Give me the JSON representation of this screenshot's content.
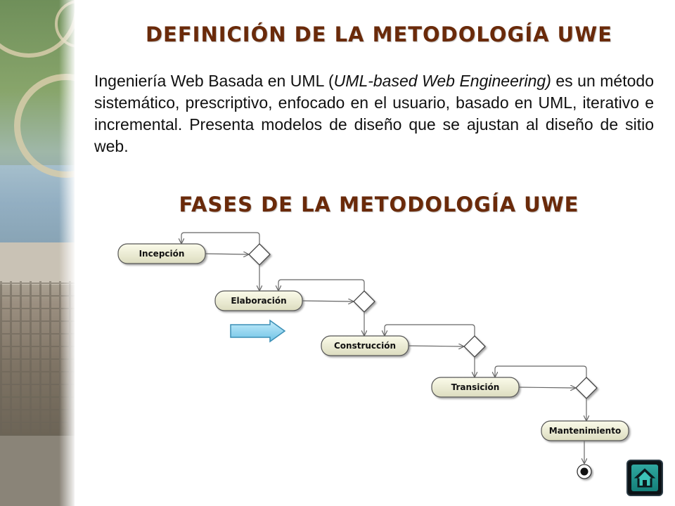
{
  "slide": {
    "title": "DEFINICIÓN DE LA METODOLOGÍA UWE",
    "body_parts": {
      "p1": "Ingeniería Web Basada en UML (",
      "p2": "UML-based Web Engineering)",
      "p3": " es un método sistemático, prescriptivo, enfocado en el usuario, basado en UML, iterativo e incremental.  Presenta modelos de diseño que se ajustan al diseño de sitio web."
    },
    "subtitle": "FASES DE LA METODOLOGÍA UWE"
  },
  "diagram": {
    "phases": [
      "Incepción",
      "Elaboración",
      "Construcción",
      "Transición",
      "Mantenimiento"
    ],
    "current_phase": "Elaboración",
    "colors": {
      "node_fill_top": "#fbfbea",
      "node_fill_bottom": "#dcdcbf",
      "node_stroke": "#555555",
      "arrow_fill_top": "#c4ecfb",
      "arrow_fill_bottom": "#6fc3e6",
      "arrow_stroke": "#3b8fb5"
    }
  },
  "colors": {
    "heading": "#6a2a0a",
    "text": "#111111"
  },
  "controls": {
    "home_icon": "home-icon"
  }
}
